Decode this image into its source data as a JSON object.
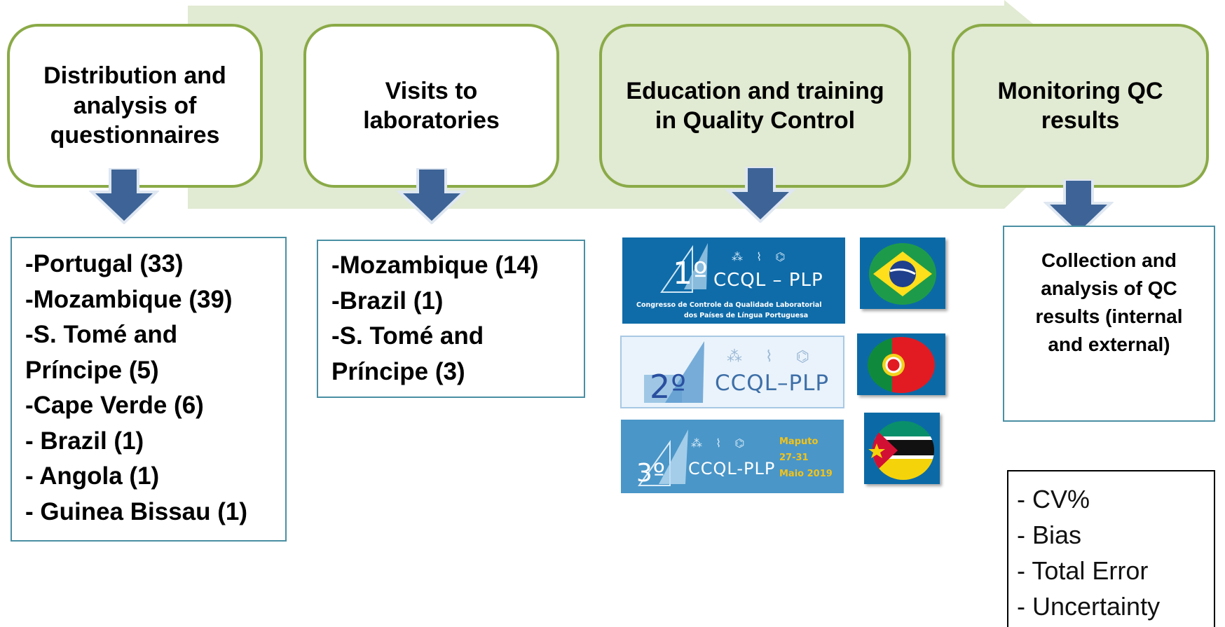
{
  "steps": [
    {
      "label": "Distribution and analysis of questionnaires"
    },
    {
      "label": "Visits to laboratories"
    },
    {
      "label": "Education and training in Quality Control"
    },
    {
      "label": "Monitoring  QC results"
    }
  ],
  "questionnaires_list": [
    "-Portugal (33)",
    "-Mozambique (39)",
    "-S. Tomé and",
    "Príncipe (5)",
    "-Cape Verde (6)",
    "- Brazil (1)",
    "- Angola (1)",
    "- Guinea Bissau (1)"
  ],
  "visits_list": [
    "-Mozambique (14)",
    "-Brazil (1)",
    "-S. Tomé and",
    "Príncipe (3)"
  ],
  "congresses": [
    {
      "number": "1º",
      "name": "CCQL – PLP",
      "subtitle_1": "Congresso de Controle da Qualidade Laboratorial",
      "subtitle_2": "dos Países de Língua Portuguesa",
      "flag": "brazil-flag-icon"
    },
    {
      "number": "2º",
      "name": "CCQL–PLP",
      "flag": "portugal-flag-icon"
    },
    {
      "number": "3º",
      "name": "CCQL-PLP",
      "location": "Maputo",
      "dates": "27-31",
      "month_year": "Maio 2019",
      "flag": "mozambique-flag-icon"
    }
  ],
  "qc_collection": "Collection and analysis of QC results (internal and external)",
  "metrics": [
    "- CV%",
    "- Bias",
    "- Total Error",
    "- Uncertainty"
  ],
  "colors": {
    "step_border": "#8aaa47",
    "background_arrow": "#e1ead2",
    "down_arrow": "#3e6497",
    "box_border": "#4a8fa3",
    "banner_blue": "#1a79b5"
  }
}
